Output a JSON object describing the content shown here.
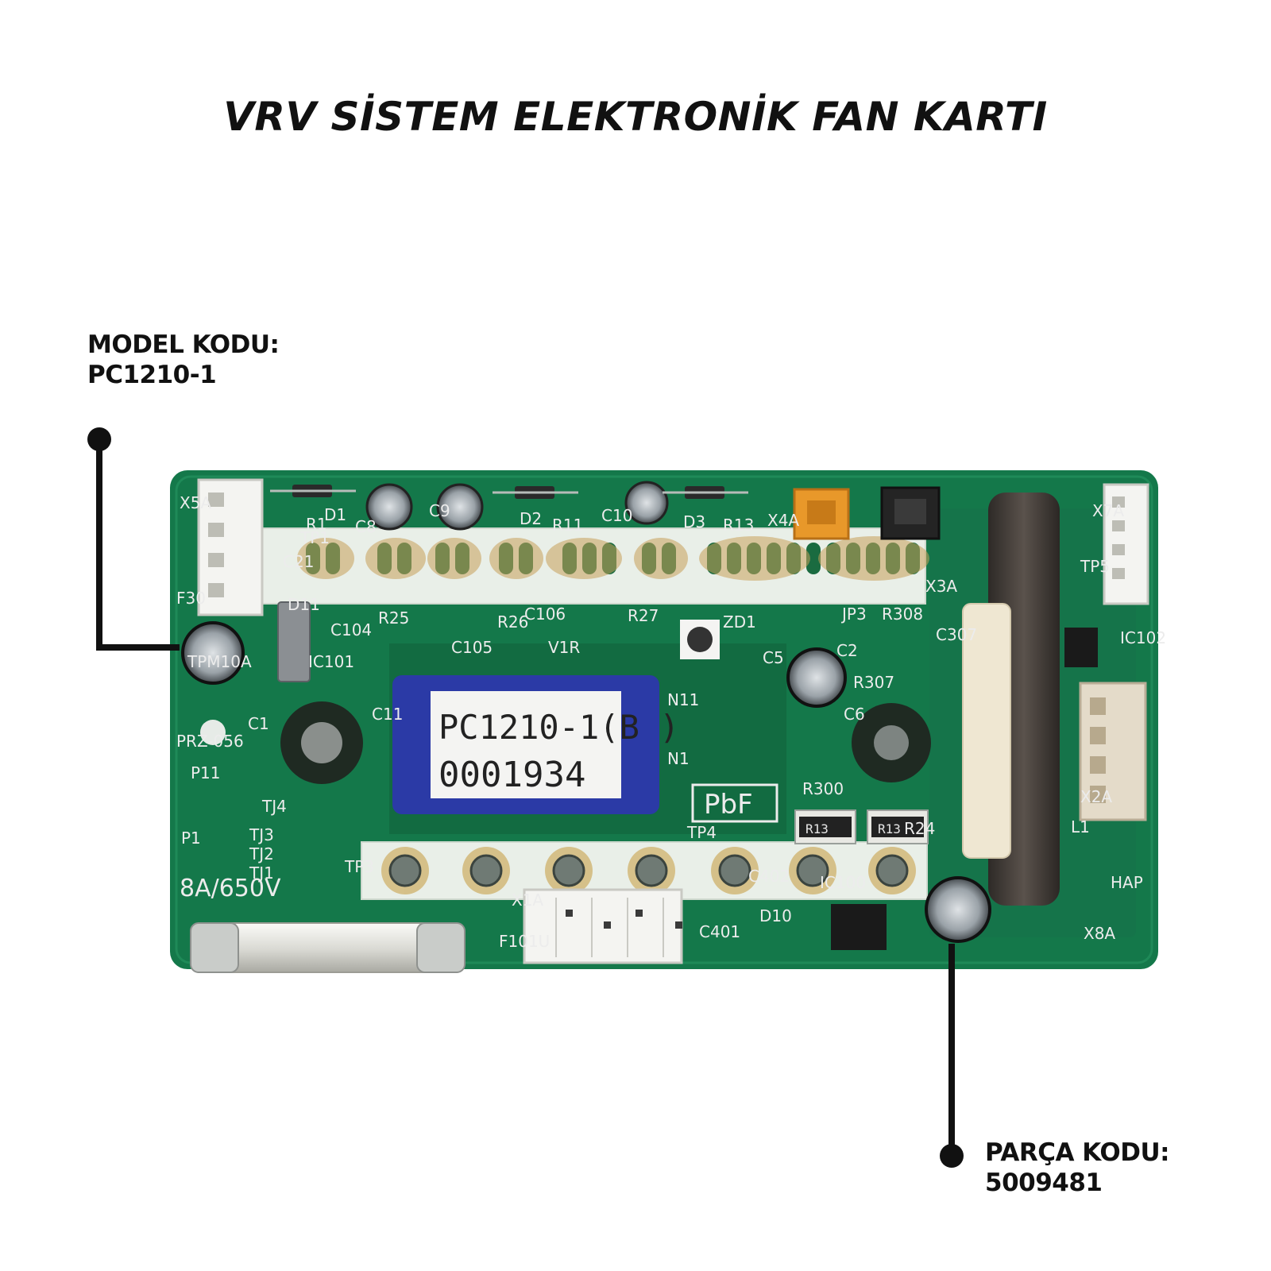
{
  "title": "VRV SİSTEM  ELEKTRONİK FAN KARTI",
  "model_label": {
    "line1": "MODEL KODU:",
    "line2": "PC1210-1"
  },
  "part_label": {
    "line1": "PARÇA KODU:",
    "line2": "5009481"
  },
  "board": {
    "sticker_line1": "PC1210-1(B )",
    "sticker_line2": "0001934",
    "pbf": "PbF",
    "fuse_rating": "8A/650V",
    "resistor_marking": "R13",
    "silkscreen": {
      "x5a": "X5A",
      "x4a": "X4A",
      "x7a": "X7A",
      "x1a": "X1A",
      "x2a": "X2A",
      "x8a": "X8A",
      "x3a": "X3A",
      "r1": "R1",
      "d1": "D1",
      "c8": "C8",
      "c9": "C9",
      "d2": "D2",
      "r11": "R11",
      "c10": "C10",
      "d3": "D3",
      "r13": "R13",
      "tp1": "TP1",
      "tp3": "TP3",
      "tp4": "TP4",
      "tp5": "TP5",
      "r25": "R25",
      "r26": "R26",
      "c106": "C106",
      "r27": "R27",
      "c105": "C105",
      "v1r": "V1R",
      "zd1": "ZD1",
      "jp3": "JP3",
      "r308": "R308",
      "c5": "C5",
      "c2": "C2",
      "r307": "R307",
      "n11": "N11",
      "n1": "N1",
      "r300": "R300",
      "r24": "R24",
      "c402": "C402",
      "ic100": "IC100",
      "c401": "C401",
      "d10": "D10",
      "f101u": "F101U",
      "p11": "P11",
      "p1": "P1",
      "tj4": "TJ4",
      "tj3": "TJ3",
      "tj2": "TJ2",
      "tj1": "TJ1",
      "prz": "PRZ-056",
      "tpm": "TPM10A",
      "hap": "HAP",
      "l1": "L1",
      "ic102": "IC102",
      "c1": "C1",
      "c11": "C11",
      "c104": "C104",
      "ic101": "IC101",
      "c307": "C307",
      "c6": "C6",
      "f30": "F30",
      "d11": "D11",
      "c21": "C21"
    }
  }
}
